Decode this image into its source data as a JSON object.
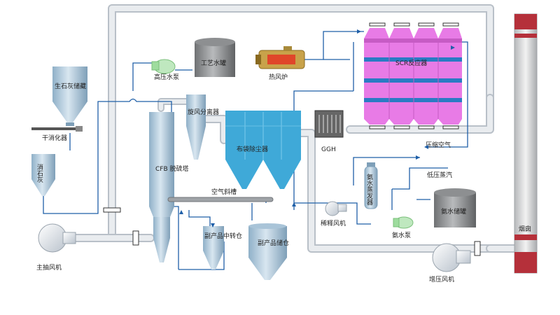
{
  "labels": {
    "lime_silo": "生石灰储藏",
    "dry_slaker": "干消化器",
    "slaked_lime": "消石灰",
    "main_fan": "主抽风机",
    "cfb_tower": "CFB 脱硫塔",
    "cyclone": "旋风分离器",
    "hp_pump": "高压水泵",
    "process_tank": "工艺水罐",
    "hot_furnace": "热风炉",
    "scr": "SCR反应器",
    "bag_filter": "布袋除尘器",
    "air_chute": "空气斜槽",
    "byproduct_transfer": "副产品中转仓",
    "byproduct_silo": "副产品储仓",
    "ggh": "GGH",
    "dilution_fan": "稀释风机",
    "ammonia_evap": "氨水蒸发器",
    "ammonia_pump": "氨水泵",
    "ammonia_tank": "氨水储罐",
    "lp_steam": "低压蒸汽",
    "compressed_air": "压缩空气",
    "booster_fan": "增压风机",
    "chimney": "烟囱"
  },
  "colors": {
    "duct": "#dfe3e8",
    "duct_edge": "#b9c0c8",
    "blue_line": "#1f5fa8",
    "vessel": "#a9c4d8",
    "bag_filter": "#3fa9d8",
    "scr_pink": "#e87be6",
    "scr_blue": "#2b7bc4",
    "chimney_red": "#b5303a",
    "tank_gray": "#8d8f91",
    "fan_green": "#9edc9e"
  }
}
